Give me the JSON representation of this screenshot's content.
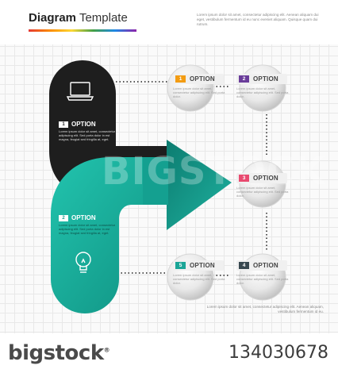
{
  "header": {
    "title_bold": "Diagram",
    "title_rest": "Template",
    "description": "Lorem ipsum dolor sit amet, consectetur adipiscing elit. Aenean aliquam dui eget, vestibulum fermentum id eu nunc eveniet aliquam. Quisque quam dui rutrum."
  },
  "steps": [
    {
      "num": "1",
      "label": "OPTION",
      "text": "Lorem ipsum dolor sit amet, consectetur adipiscing elit. Sed porta dolor in est magna, feugiat sed fringilla at, eget.",
      "color": "#1e1e1e",
      "icon": "laptop-icon"
    },
    {
      "num": "2",
      "label": "OPTION",
      "text": "Lorem ipsum dolor sit amet, consectetur adipiscing elit. Sed porta dolor in est magna, feugiat sed fringilla at, eget.",
      "color": "#1fb2a0",
      "icon": "lightbulb-icon"
    }
  ],
  "options": [
    {
      "num": "1",
      "label": "OPTION",
      "text": "Lorem ipsum dolor sit amet, consectetur adipiscing elit. Sed porta dolor.",
      "color": "#f39c12"
    },
    {
      "num": "2",
      "label": "OPTION",
      "text": "Lorem ipsum dolor sit amet, consectetur adipiscing elit. Sed porta dolor.",
      "color": "#6a3d9a"
    },
    {
      "num": "3",
      "label": "OPTION",
      "text": "Lorem ipsum dolor sit amet, consectetur adipiscing elit. Sed porta dolor.",
      "color": "#e84a6f"
    },
    {
      "num": "4",
      "label": "OPTION",
      "text": "Lorem ipsum dolor sit amet, consectetur adipiscing elit. Sed porta dolor.",
      "color": "#37474f"
    },
    {
      "num": "5",
      "label": "OPTION",
      "text": "Lorem ipsum dolor sit amet, consectetur adipiscing elit. Sed porta dolor.",
      "color": "#1aa597"
    }
  ],
  "footer_note": "Lorem ipsum dolor sit amet, consectetur adipiscing elit. Aenean aliquam, vestibulum fermentum id eu.",
  "watermark": "BIGSTOCK",
  "footer": {
    "logo": "bigstock",
    "image_id": "134030678"
  }
}
